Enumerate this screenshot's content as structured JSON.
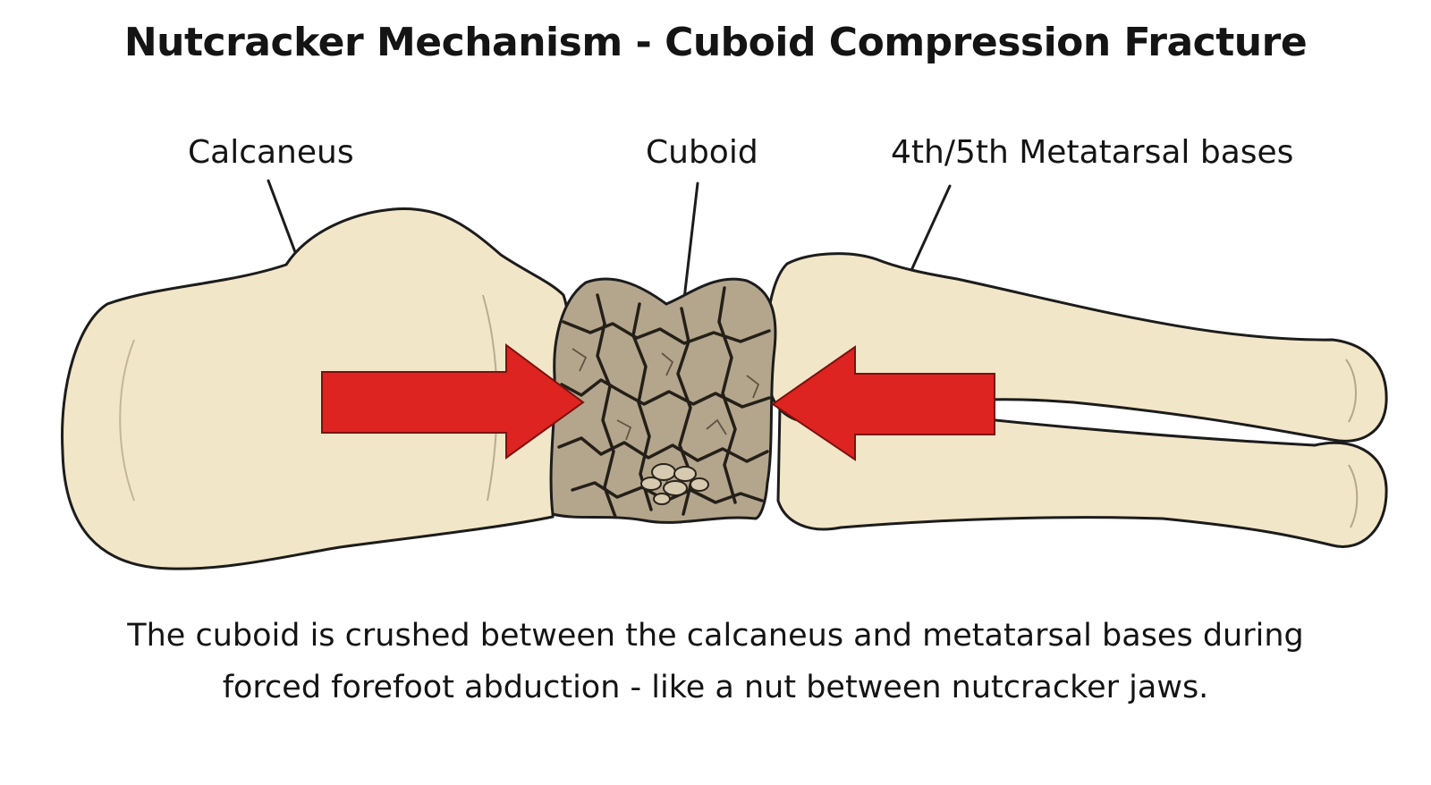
{
  "title": "Nutcracker Mechanism - Cuboid Compression Fracture",
  "labels": {
    "calcaneus": "Calcaneus",
    "cuboid": "Cuboid",
    "metatarsal_bases": "4th/5th Metatarsal bases"
  },
  "caption": {
    "line1": "The cuboid is crushed between the calcaneus and metatarsal bases during",
    "line2": "forced forefoot abduction - like a nut between nutcracker jaws."
  },
  "colors": {
    "bone": "#f2e6c8",
    "bone_outline": "#1c1c1c",
    "fractured_bone": "#b4a68c",
    "arrow": "#de2420"
  }
}
